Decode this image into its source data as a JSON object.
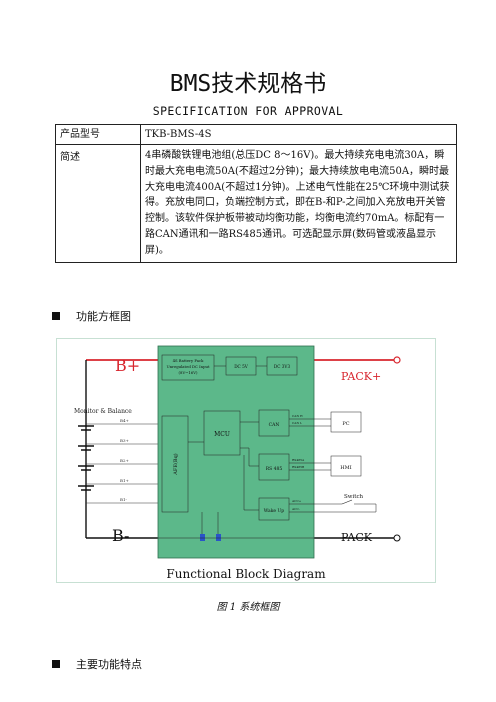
{
  "doc": {
    "title": "BMS技术规格书",
    "subtitle": "SPECIFICATION FOR APPROVAL"
  },
  "spec_table": {
    "model_label": "产品型号",
    "model_value": "TKB-BMS-4S",
    "summary_label": "简述",
    "summary_value": "4串磷酸铁锂电池组(总压DC 8～16V)。最大持续充电电流30A，瞬时最大充电电流50A(不超过2分钟)；最大持续放电电流50A，瞬时最大充电电流400A(不超过1分钟)。上述电气性能在25℃环境中测试获得。充放电同口，负端控制方式，即在B-和P-之间加入充放电开关管控制。该软件保护板带被动均衡功能，均衡电流约70mA。标配有一路CAN通讯和一路RS485通讯。可选配显示屏(数码管或液晶显示屏)。"
  },
  "sections": {
    "block_diagram": "功能方框图",
    "features": "主要功能特点"
  },
  "diagram": {
    "label_bplus": "B+",
    "label_bminus": "B-",
    "label_packplus": "PACK+",
    "label_packminus": "PACK-",
    "monitor": "Monitor & Balance",
    "cells": [
      "B4+",
      "B3+",
      "B2+",
      "B1+",
      "B1-"
    ],
    "power_block_lines": [
      "4S Battery Pack",
      "Unregulated DC Input",
      "(8V~16V)"
    ],
    "dc_5v": "DC 5V",
    "dc_3v3": "DC 3V3",
    "afe": "AFE(Bq)",
    "mcu": "MCU",
    "can": "CAN",
    "rs485": "RS 485",
    "wake": "Wake Up",
    "pc": "PC",
    "hmi": "HMI",
    "switch": "Switch",
    "can_pins": [
      "CAN H",
      "CAN L"
    ],
    "rs_pins": [
      "RS485A",
      "RS485B"
    ],
    "wake_pins": [
      "ACC+",
      "ACC-"
    ],
    "caption": "Functional Block Diagram",
    "colors": {
      "green": "#5cb88a",
      "red": "#d8262e",
      "border": "#333333"
    }
  },
  "figure_caption": "图 1   系统框图"
}
